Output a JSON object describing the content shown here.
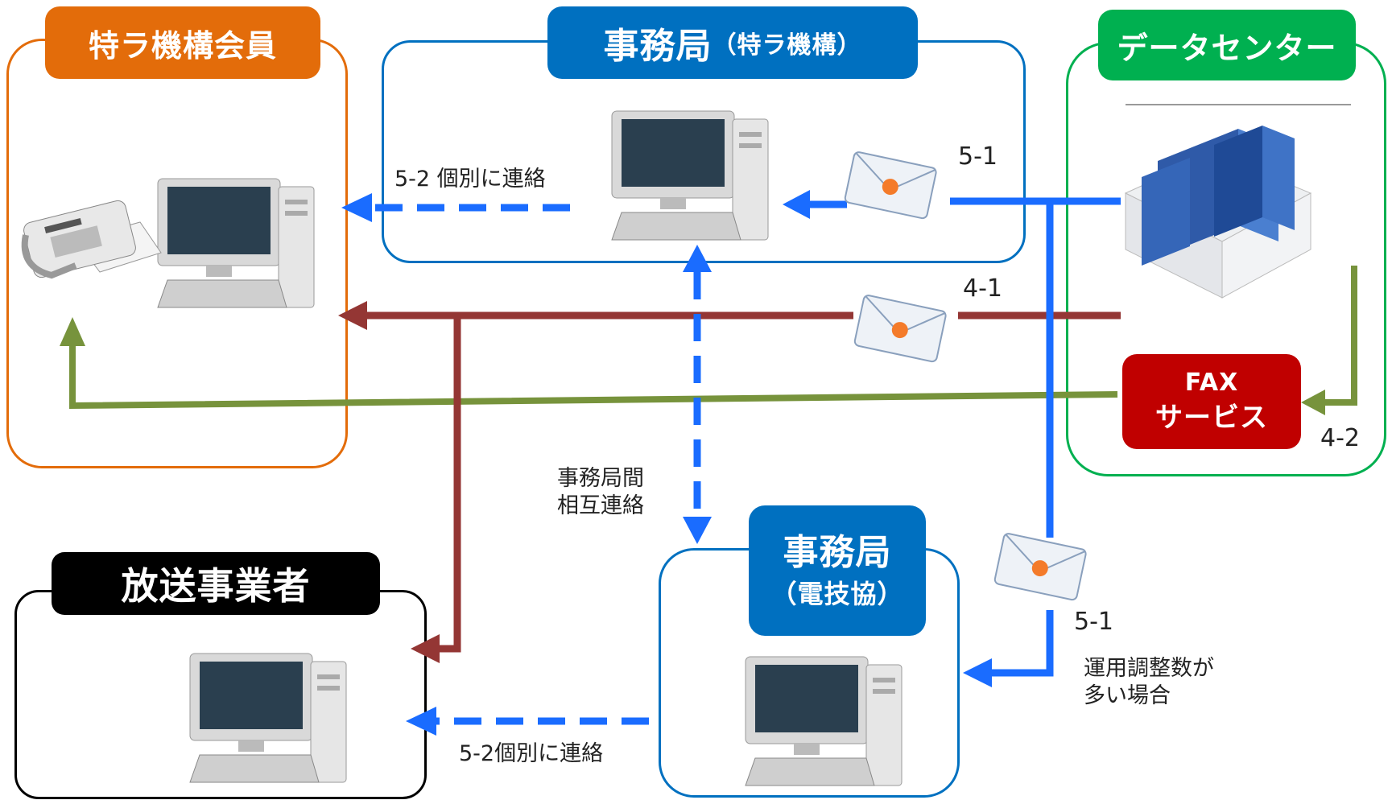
{
  "groups": {
    "member": {
      "title": "特ラ機構会員",
      "color": "#e36c0a"
    },
    "office_main": {
      "title": "事務局",
      "title_sub": "（特ラ機構）",
      "color": "#0070c0"
    },
    "datacenter": {
      "title": "データセンター",
      "color": "#00b050"
    },
    "broadcaster": {
      "title": "放送事業者",
      "color": "#000000"
    },
    "office_sub": {
      "title_line1": "事務局",
      "title_line2": "（電技協）",
      "color": "#0070c0"
    }
  },
  "fax_service": {
    "line1": "FAX",
    "line2": "サービス",
    "color": "#c00000"
  },
  "labels": {
    "top_left_contact": "5-2 個別に連絡",
    "top_51": "5-1",
    "mid_41": "4-1",
    "mid_42": "4-2",
    "inter_office_line1": "事務局間",
    "inter_office_line2": "相互連絡",
    "bottom_51": "5-1",
    "bottom_note_line1": "運用調整数が",
    "bottom_note_line2": "多い場合",
    "bottom_contact": "5-2個別に連絡"
  },
  "colors": {
    "mail_flow": "#1a6cff",
    "fax_mail_flow": "#943634",
    "fax_flow": "#77933c",
    "icon_bluegray": "#4a6e9e"
  },
  "icons": [
    "fax-machine-icon",
    "desktop-computer-icon",
    "email-envelope-icon",
    "server-rack-icon"
  ]
}
